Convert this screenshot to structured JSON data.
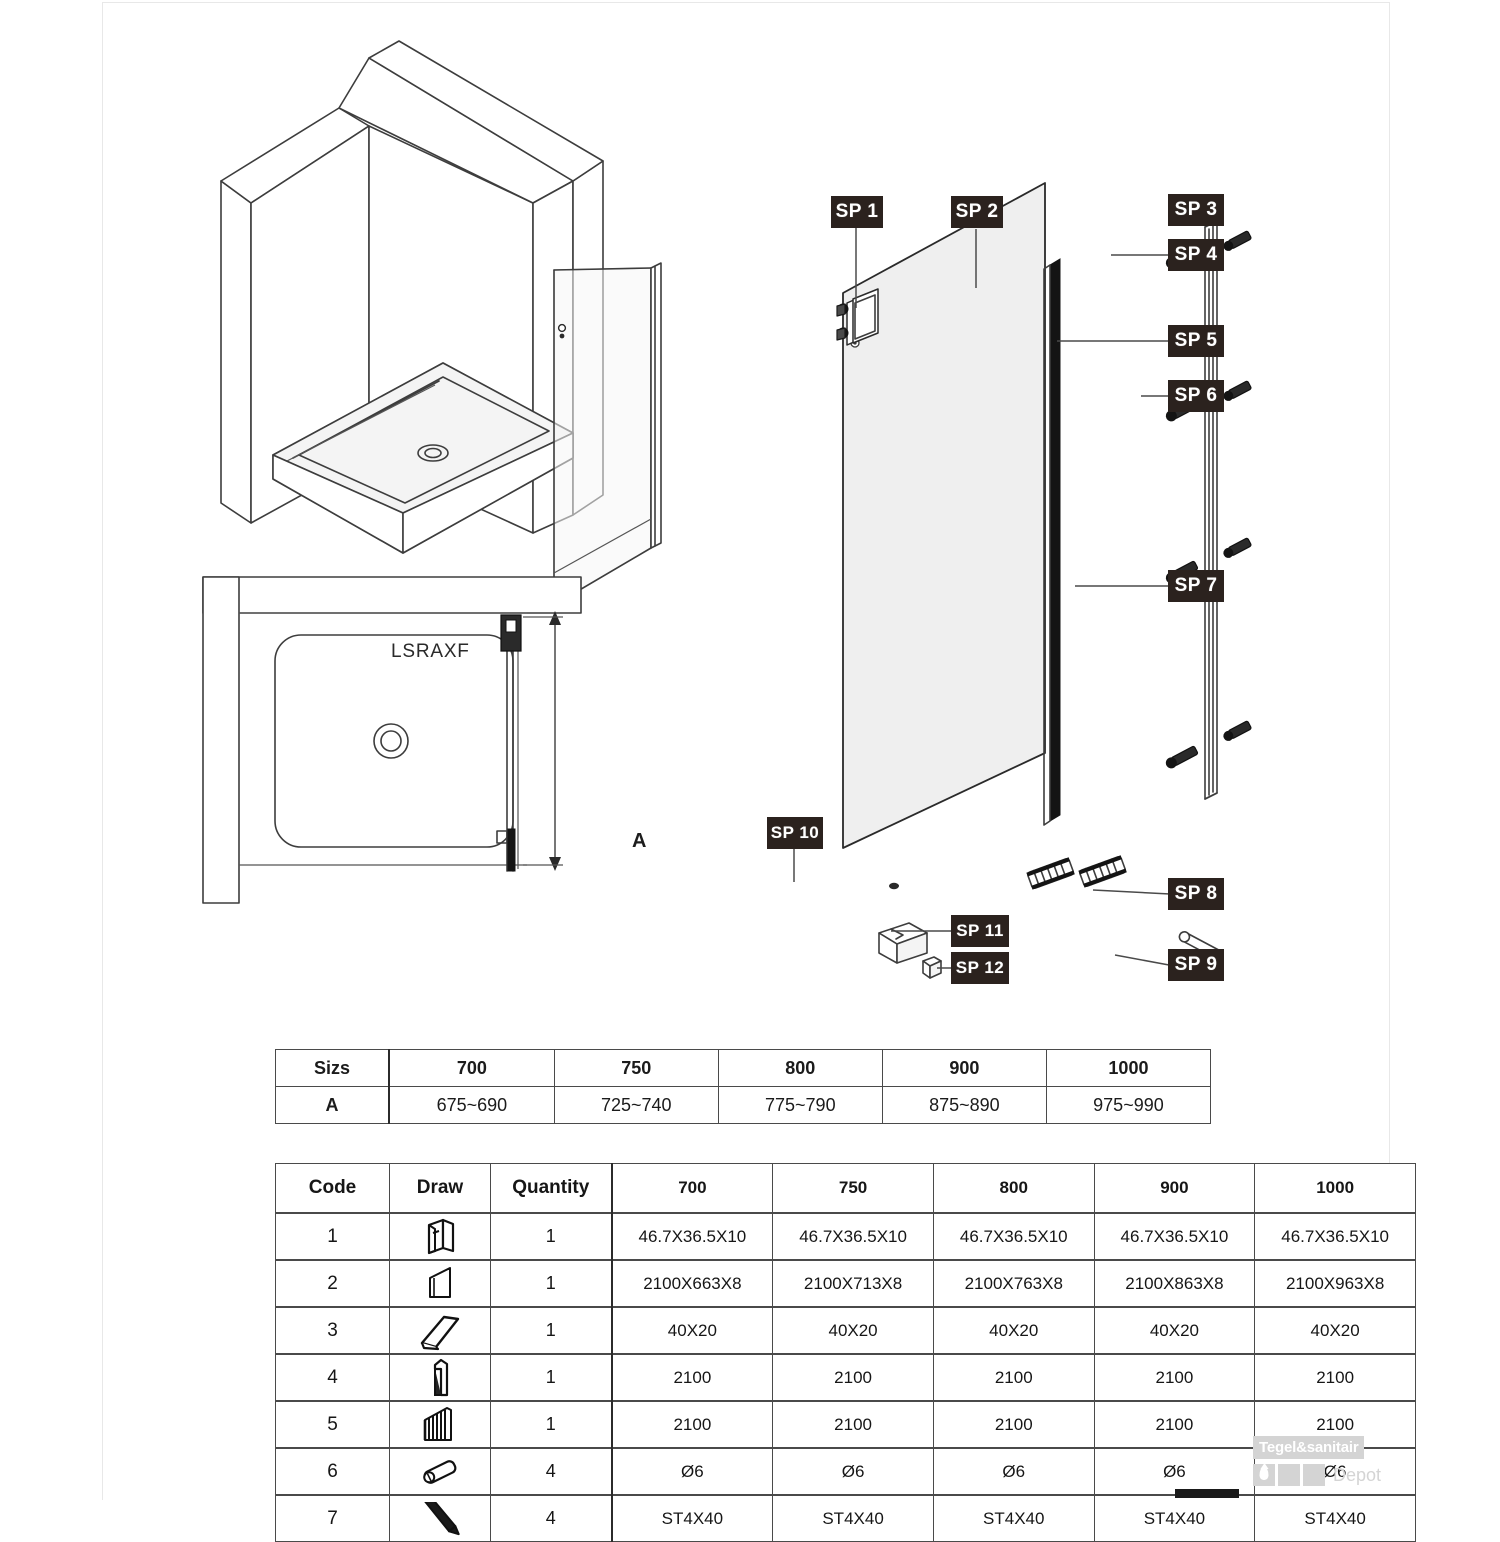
{
  "document": {
    "type": "shower-enclosure-assembly-drawing",
    "model_caption": "LSRAXF",
    "dimension_letter": "A"
  },
  "callouts": [
    {
      "id": "sp1",
      "label": "SP 1"
    },
    {
      "id": "sp2",
      "label": "SP 2"
    },
    {
      "id": "sp3",
      "label": "SP 3"
    },
    {
      "id": "sp4",
      "label": "SP 4"
    },
    {
      "id": "sp5",
      "label": "SP 5"
    },
    {
      "id": "sp6",
      "label": "SP 6"
    },
    {
      "id": "sp7",
      "label": "SP 7"
    },
    {
      "id": "sp8",
      "label": "SP 8"
    },
    {
      "id": "sp9",
      "label": "SP 9"
    },
    {
      "id": "sp10",
      "label": "SP 10"
    },
    {
      "id": "sp11",
      "label": "SP 11"
    },
    {
      "id": "sp12",
      "label": "SP 12"
    }
  ],
  "size_table": {
    "header": [
      "Sizs",
      "700",
      "750",
      "800",
      "900",
      "1000"
    ],
    "rows": [
      {
        "label": "A",
        "values": [
          "675~690",
          "725~740",
          "775~790",
          "875~890",
          "975~990"
        ]
      }
    ]
  },
  "parts_table": {
    "header": [
      "Code",
      "Draw",
      "Quantity",
      "700",
      "750",
      "800",
      "900",
      "1000"
    ],
    "rows": [
      {
        "code": "1",
        "icon": "glass-clamp-bracket-icon",
        "quantity": "1",
        "values": [
          "46.7X36.5X10",
          "46.7X36.5X10",
          "46.7X36.5X10",
          "46.7X36.5X10",
          "46.7X36.5X10"
        ]
      },
      {
        "code": "2",
        "icon": "glass-panel-icon",
        "quantity": "1",
        "values": [
          "2100X663X8",
          "2100X713X8",
          "2100X763X8",
          "2100X863X8",
          "2100X963X8"
        ]
      },
      {
        "code": "3",
        "icon": "cover-cap-icon",
        "quantity": "1",
        "values": [
          "40X20",
          "40X20",
          "40X20",
          "40X20",
          "40X20"
        ]
      },
      {
        "code": "4",
        "icon": "wall-profile-icon",
        "quantity": "1",
        "values": [
          "2100",
          "2100",
          "2100",
          "2100",
          "2100"
        ]
      },
      {
        "code": "5",
        "icon": "seal-strip-icon",
        "quantity": "1",
        "values": [
          "2100",
          "2100",
          "2100",
          "2100",
          "2100"
        ]
      },
      {
        "code": "6",
        "icon": "wall-plug-icon",
        "quantity": "4",
        "values": [
          "Ø6",
          "Ø6",
          "Ø6",
          "Ø6",
          "Ø6"
        ]
      },
      {
        "code": "7",
        "icon": "screw-icon",
        "quantity": "4",
        "values": [
          "ST4X40",
          "ST4X40",
          "ST4X40",
          "ST4X40",
          "ST4X40"
        ]
      }
    ]
  },
  "watermark": {
    "brand": "Tegel&sanitair",
    "suffix": "Depot"
  },
  "colors": {
    "label_box": "#2b221e",
    "label_text": "#ffffff",
    "line": "#4a4a4a",
    "glass_fill": "#efefef",
    "seal_dark": "#141414"
  }
}
